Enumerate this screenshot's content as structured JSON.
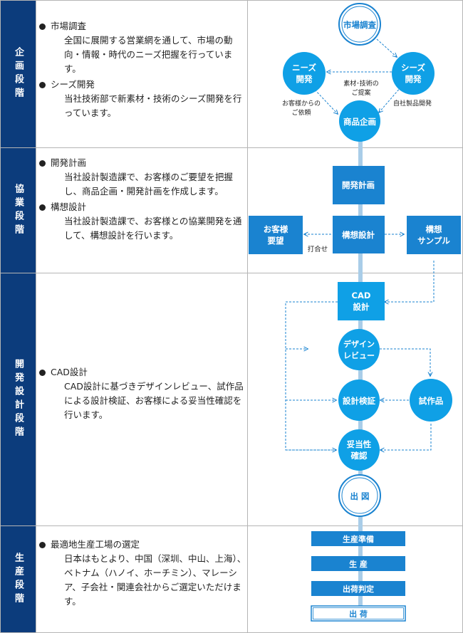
{
  "stages": [
    {
      "label": "企画段階",
      "items": [
        {
          "title": "市場調査",
          "body": "全国に展開する営業網を通して、市場の動向・情報・時代のニーズ把握を行っています。"
        },
        {
          "title": "シーズ開発",
          "body": "当社技術部で新素材・技術のシーズ開発を行っています。"
        }
      ]
    },
    {
      "label": "協業段階",
      "items": [
        {
          "title": "開発計画",
          "body": "当社設計製造課で、お客様のご要望を把握し、商品企画・開発計画を作成します。"
        },
        {
          "title": "構想設計",
          "body": "当社設計製造課で、お客様との協業開発を通して、構想設計を行います。"
        }
      ]
    },
    {
      "label": "開発設計段階",
      "items": [
        {
          "title": "CAD設計",
          "body": "CAD設計に基づきデザインレビュー、試作品による設計検証、お客様による妥当性確認を行います。"
        }
      ]
    },
    {
      "label": "生産段階",
      "items": [
        {
          "title": "最適地生産工場の選定",
          "body": "日本はもとより、中国（深圳、中山、上海）、ベトナム（ハノイ、ホーチミン）、マレーシア、子会社・関連会社からご選定いただけます。"
        }
      ]
    }
  ],
  "flow": {
    "market_research": "市場調査",
    "needs_dev_1": "ニーズ",
    "needs_dev_2": "開発",
    "seeds_dev_1": "シーズ",
    "seeds_dev_2": "開発",
    "proposal_1": "素材･技術の",
    "proposal_2": "ご提案",
    "request_1": "お客様からの",
    "request_2": "ご依頼",
    "own_product": "自社製品開発",
    "product_planning": "商品企画",
    "dev_plan": "開発計画",
    "customer_req_1": "お客様",
    "customer_req_2": "要望",
    "meeting": "打合せ",
    "concept_design": "構想設計",
    "concept_sample_1": "構想",
    "concept_sample_2": "サンプル",
    "cad_1": "CAD",
    "cad_2": "設計",
    "design_review_1": "デザイン",
    "design_review_2": "レビュー",
    "design_verify": "設計検証",
    "prototype": "試作品",
    "validation_1": "妥当性",
    "validation_2": "確認",
    "drawing": "出 図",
    "prod_prep": "生産準備",
    "production": "生 産",
    "ship_judge": "出荷判定",
    "shipment": "出 荷"
  },
  "colors": {
    "navy": "#0c3c7c",
    "blue": "#1a83d0",
    "cyan": "#0fa0e6",
    "pale": "#a9cde8"
  }
}
